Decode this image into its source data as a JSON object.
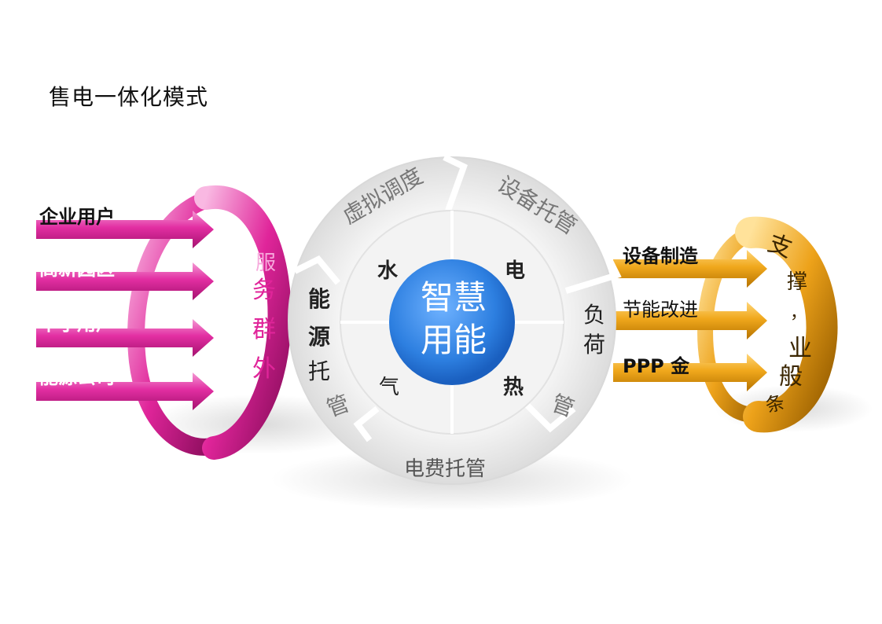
{
  "title": "售电一体化模式",
  "left": {
    "items": [
      "企业用户",
      "高新园区",
      "中小用户",
      "能源公司"
    ],
    "ring_text": [
      "服",
      "务",
      "群",
      "外"
    ]
  },
  "wheel": {
    "outer_segments": [
      "虚拟调度",
      "设备托管",
      "电费托管"
    ],
    "left_column": [
      "能",
      "源",
      "托",
      "管"
    ],
    "right_column": [
      "负",
      "荷",
      "管"
    ],
    "quadrants": {
      "top_left": "水",
      "top_right": "电",
      "bottom_left": "气",
      "bottom_right": "热"
    },
    "center": {
      "line1": "智慧",
      "line2": "用能"
    }
  },
  "right": {
    "items": [
      "设备制造",
      "节能改进",
      "PPP 金"
    ],
    "ring_text": [
      "支",
      "撑",
      "，",
      "业",
      "般",
      "条"
    ]
  },
  "colors": {
    "pink": "#e0259a",
    "orange": "#f0a81c",
    "center_blue": "#2d7fe0"
  }
}
